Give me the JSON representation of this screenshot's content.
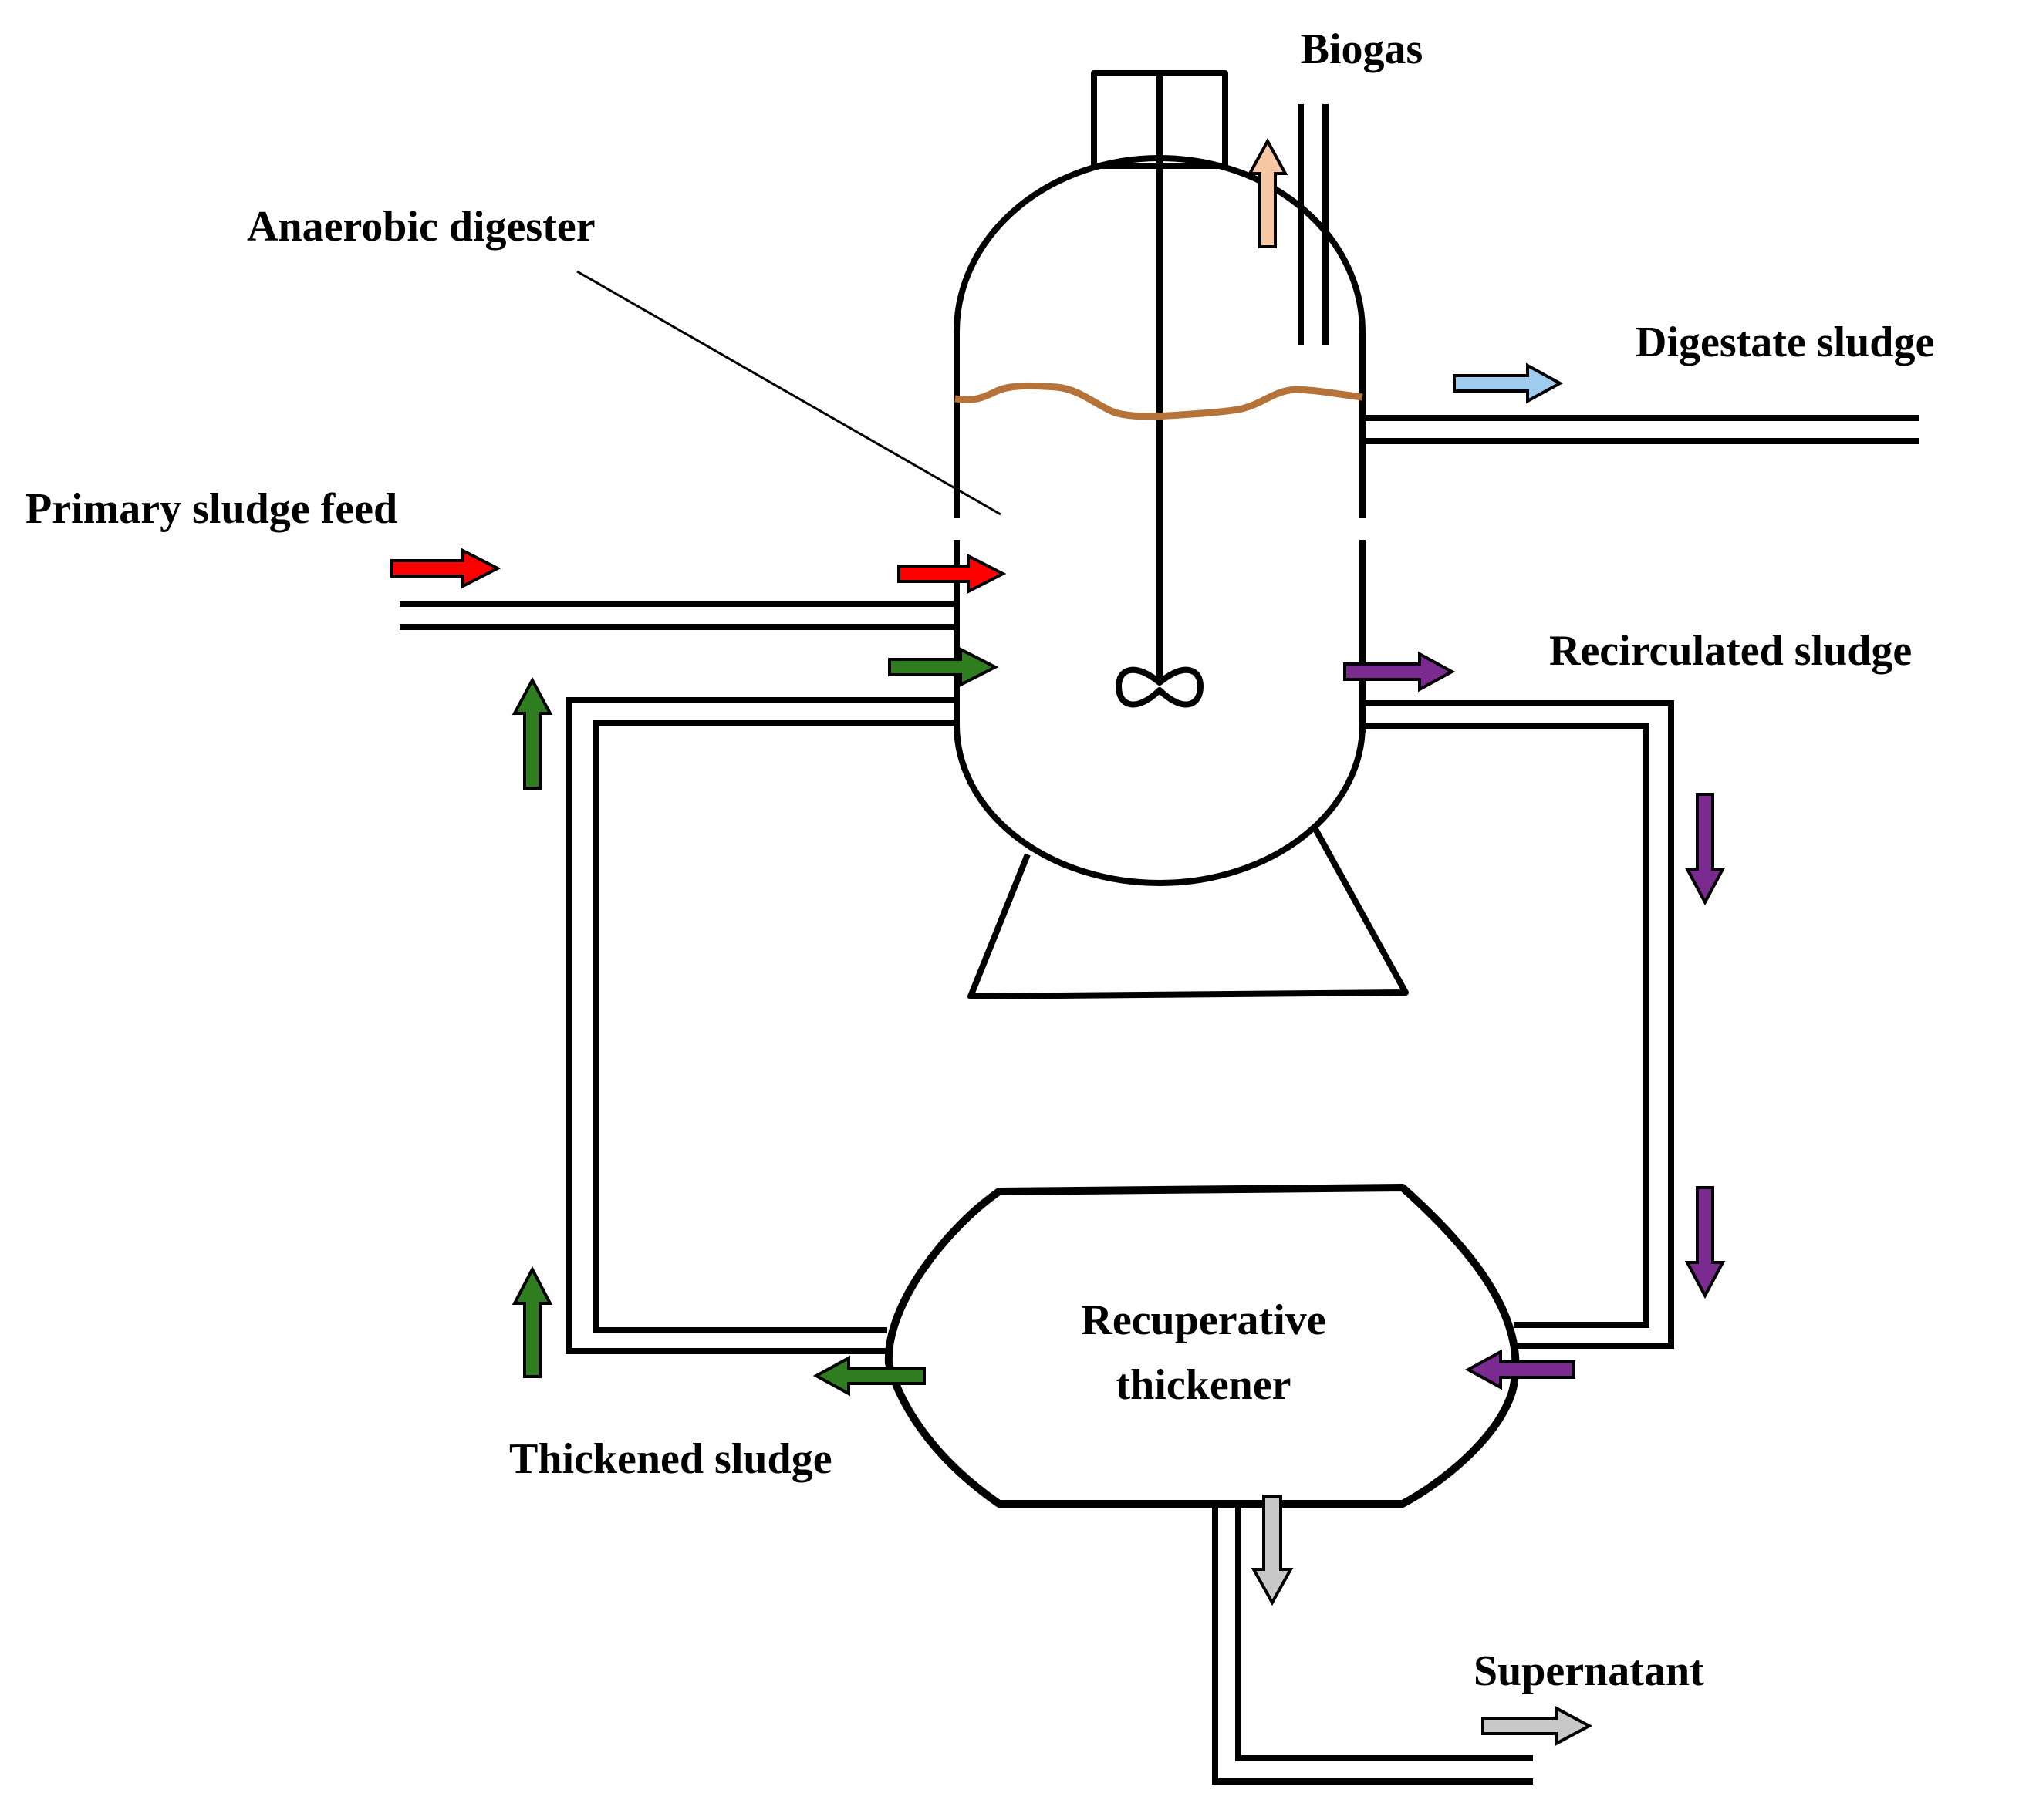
{
  "labels": {
    "biogas": "Biogas",
    "anaerobic_digester": "Anaerobic digester",
    "digestate_sludge": "Digestate sludge",
    "primary_sludge_feed": "Primary sludge feed",
    "recirculated_sludge": "Recirculated sludge",
    "recuperative_thickener_line1": "Recuperative",
    "recuperative_thickener_line2": "thickener",
    "thickened_sludge": "Thickened sludge",
    "supernatant": "Supernatant"
  },
  "colors": {
    "primary_feed": "#ff0000",
    "thickened": "#2e7d1e",
    "recirculated": "#7b2a90",
    "biogas": "#f8c8a4",
    "digestate": "#9fcbee",
    "supernatant": "#c8c8c8",
    "scum_line": "#b5733a"
  }
}
